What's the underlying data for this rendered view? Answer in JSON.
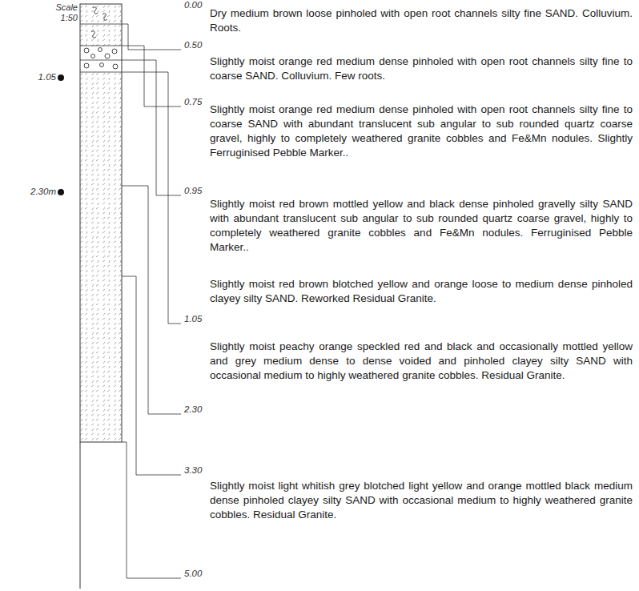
{
  "diagram": {
    "labels": [
      "Scale",
      "1:50",
      "1.05",
      "2.30m",
      "0.00",
      "0.50",
      "0.75",
      "0.95",
      "1.05",
      "2.30",
      "3.30",
      "5.00",
      "Dry medium brown loose pinholed with open root channels silty fine SAND. Colluvium. Roots.",
      "Slightly moist orange red medium dense pinholed with open root channels silty fine to coarse SAND. Colluvium. Few roots.",
      "Slightly moist orange red medium dense pinholed with open root channels silty fine to coarse SAND with abundant translucent sub angular to sub rounded quartz coarse gravel, highly to completely weathered granite cobbles and Fe&Mn nodules. Slightly Ferruginised Pebble Marker..",
      "Slightly moist red brown mottled yellow and black dense pinholed gravelly silty SAND with abundant translucent sub angular to sub rounded quartz coarse gravel, highly to completely weathered granite cobbles and Fe&Mn nodules. Ferruginised Pebble Marker..",
      "Slightly moist red brown blotched yellow and orange loose to medium dense pinholed clayey silty SAND. Reworked Residual Granite.",
      "Slightly moist peachy orange speckled red and black and occasionally mottled yellow and grey medium dense to dense voided and pinholed clayey silty SAND with occasional medium to highly weathered granite cobbles. Residual Granite.",
      "Slightly moist light whitish grey blotched light yellow and orange mottled black medium dense pinholed clayey silty SAND with occasional medium to highly weathered granite cobbles. Residual Granite."
    ]
  }
}
